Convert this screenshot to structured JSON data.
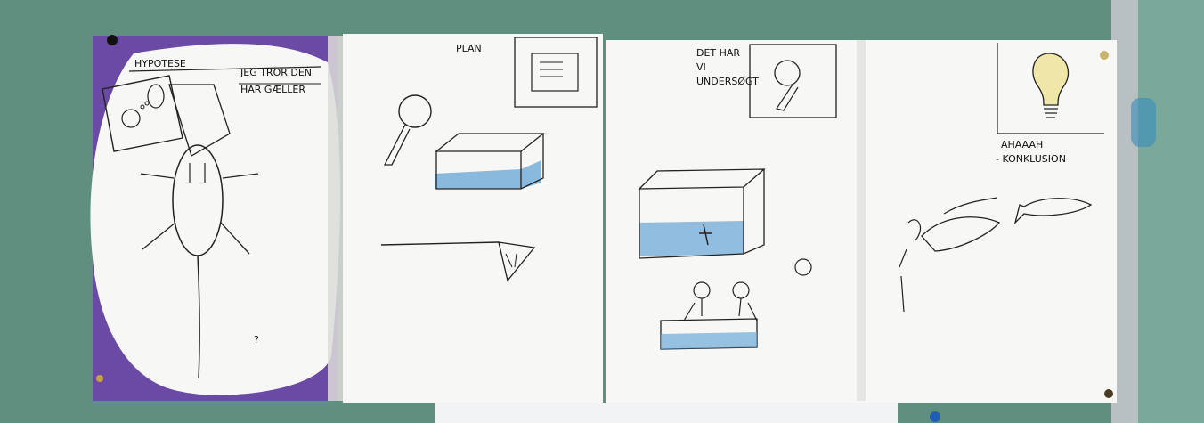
{
  "board": {
    "panels": [
      {
        "texts": [
          "HYPOTESE",
          "JEG TROR DEN",
          "HAR GÆLLER",
          "?"
        ]
      },
      {
        "texts": [
          "PLAN"
        ]
      },
      {
        "texts": [
          "DET HAR",
          "VI",
          "UNDERSØGT"
        ]
      },
      {
        "texts": [
          "AHAAAH",
          "- KONKLUSION"
        ]
      }
    ]
  },
  "colors": {
    "board": "#5f8f7f",
    "purple": "#6b4aa6",
    "paper": "#f7f7f5",
    "water": "#6ea9d8",
    "bulb": "#f0e6a7"
  }
}
